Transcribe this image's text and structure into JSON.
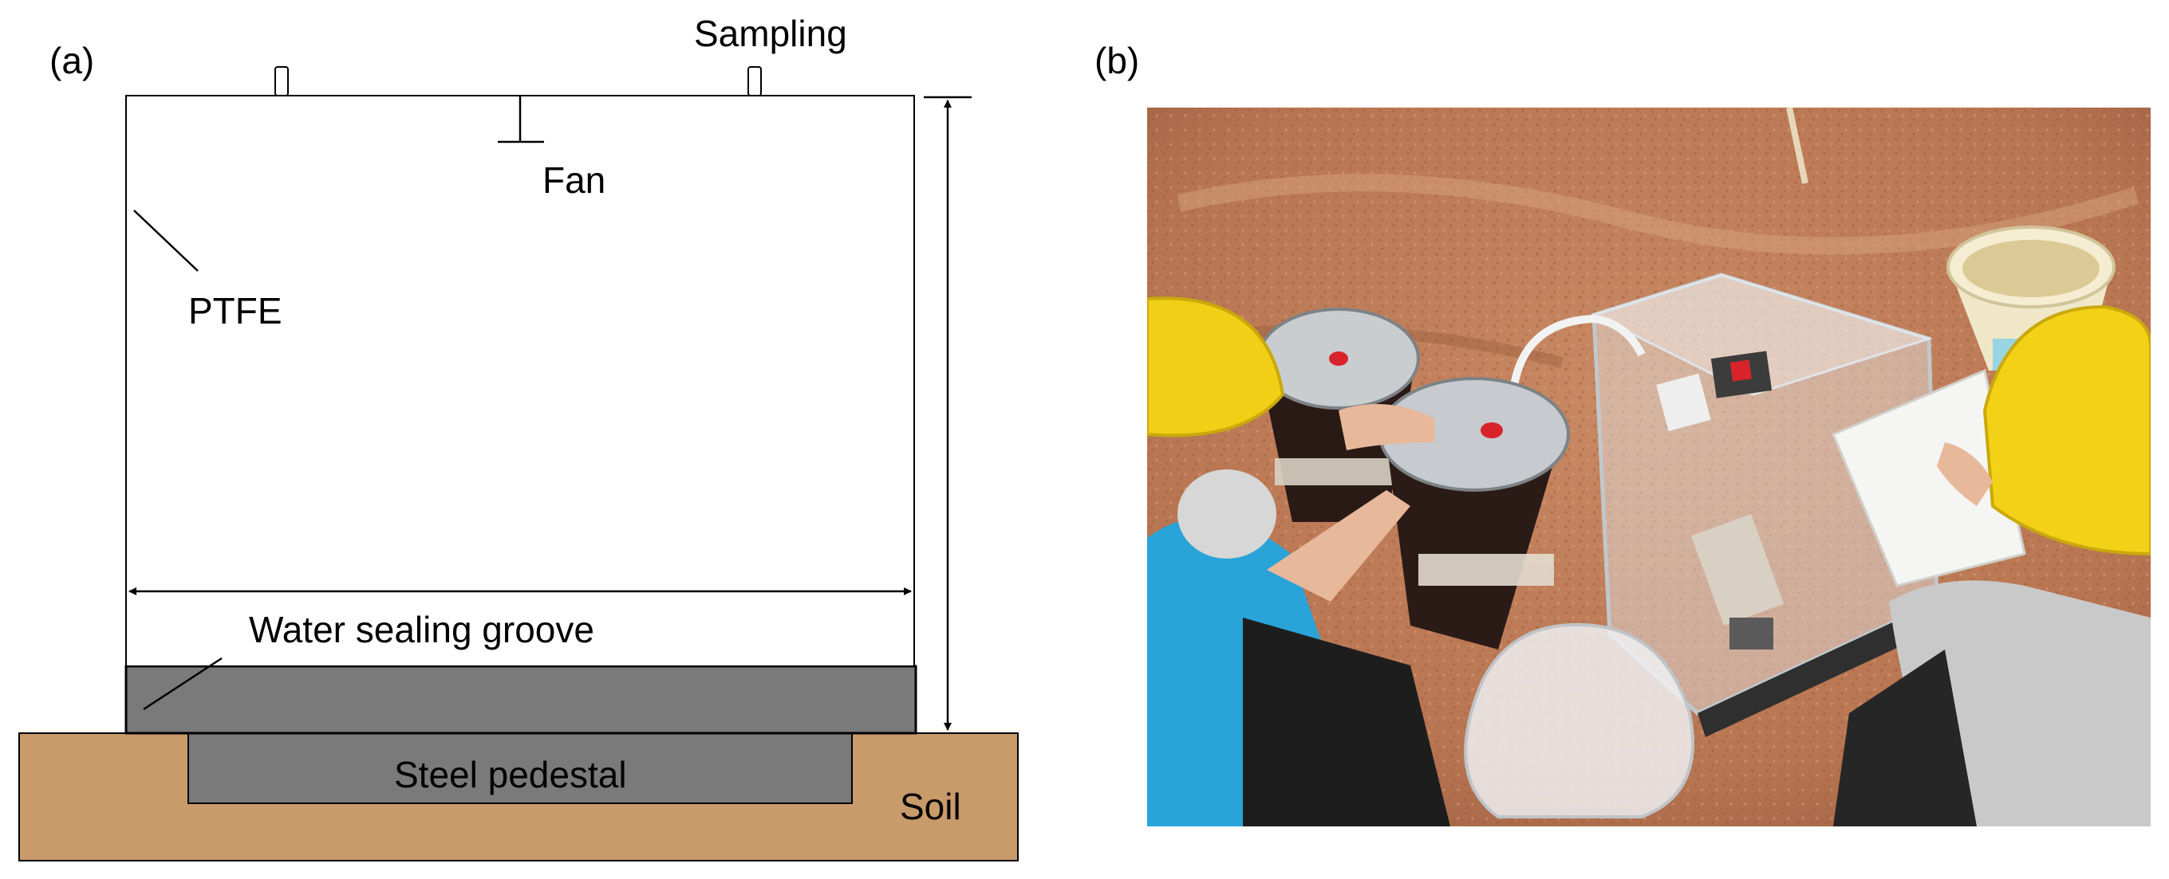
{
  "panel_a": {
    "label": "(a)",
    "sampling_label": "Sampling",
    "fan_label": "Fan",
    "ptfe_label": "PTFE",
    "groove_label": "Water sealing groove",
    "pedestal_label": "Steel pedestal",
    "soil_label": "Soil",
    "colors": {
      "soil": "#c99a6a",
      "steel": "#7a7a7a",
      "chamber": "#ffffff",
      "line": "#000000"
    }
  },
  "panel_b": {
    "label": "(b)",
    "photo_description_icon": "field-photo-chamber-sampling"
  }
}
